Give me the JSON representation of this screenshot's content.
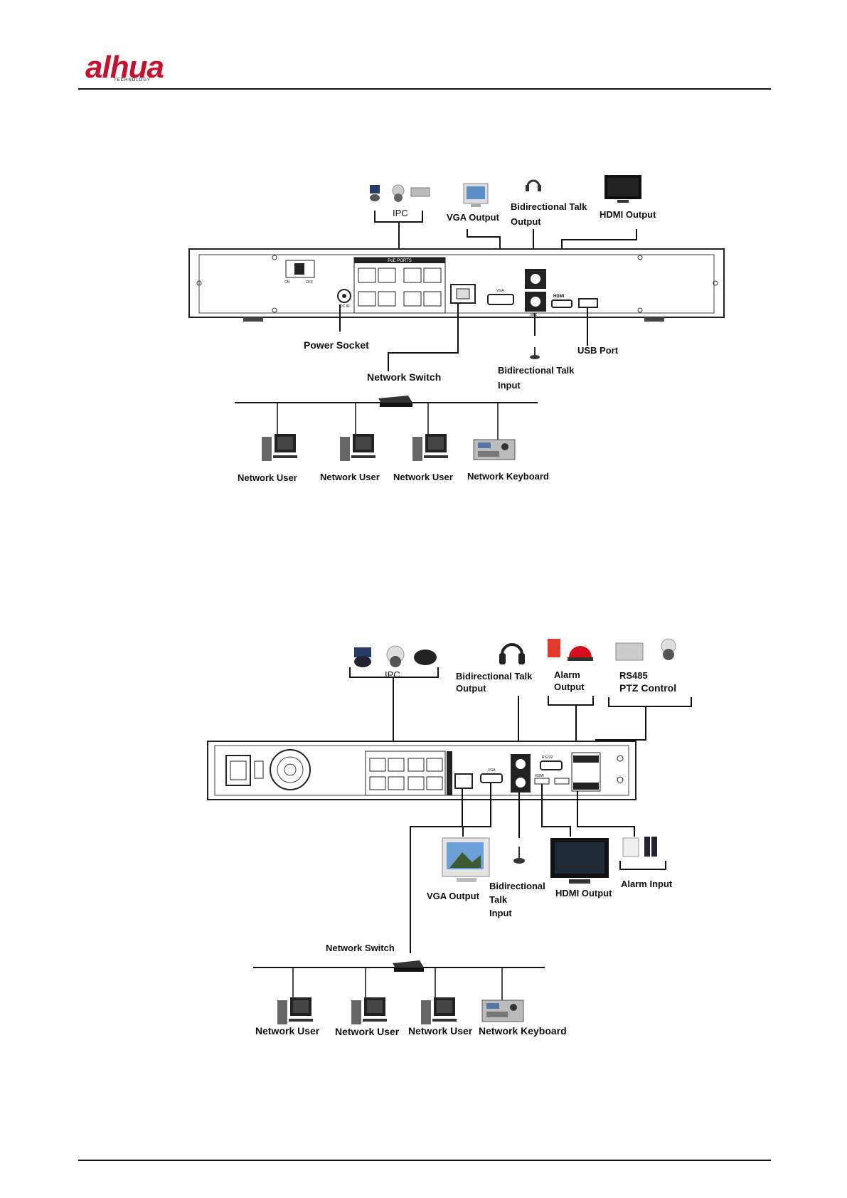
{
  "header": {
    "logo_text": "alhua",
    "logo_tagline": "TECHNOLOGY"
  },
  "diagram1": {
    "labels": {
      "ipc": "IPC",
      "vga_output": "VGA Output",
      "talk_output_line1": "Bidirectional Talk",
      "talk_output_line2": "Output",
      "hdmi_output": "HDMI Output",
      "power_socket": "Power Socket",
      "network_switch": "Network Switch",
      "usb_port": "USB Port",
      "talk_input_line1": "Bidirectional Talk",
      "talk_input_line2": "Input",
      "poe_ports": "PoE PORTS",
      "switch_on": "ON",
      "switch_off": "OFF",
      "dc_in": "DC IN",
      "vga_port": "VGA",
      "mic_port": "MIC",
      "hdmi_port": "HDMI"
    },
    "users": [
      "Network User",
      "Network User",
      "Network User",
      "Network Keyboard"
    ]
  },
  "diagram2": {
    "labels": {
      "ipc": "IPC",
      "talk_output_line1": "Bidirectional Talk",
      "talk_output_line2": "Output",
      "alarm_output_line1": "Alarm",
      "alarm_output_line2": "Output",
      "rs485_line1": "RS485",
      "rs485_line2": "PTZ Control",
      "vga_output": "VGA Output",
      "talk_input_line1": "Bidirectional",
      "talk_input_line2": "Talk",
      "talk_input_line3": "Input",
      "hdmi_output": "HDMI Output",
      "alarm_input": "Alarm Input",
      "network_switch": "Network Switch",
      "vga_port": "VGA",
      "hdmi_port": "HDMI",
      "rs232_port": "RS232"
    },
    "users": [
      "Network User",
      "Network User",
      "Network User",
      "Network Keyboard"
    ]
  }
}
